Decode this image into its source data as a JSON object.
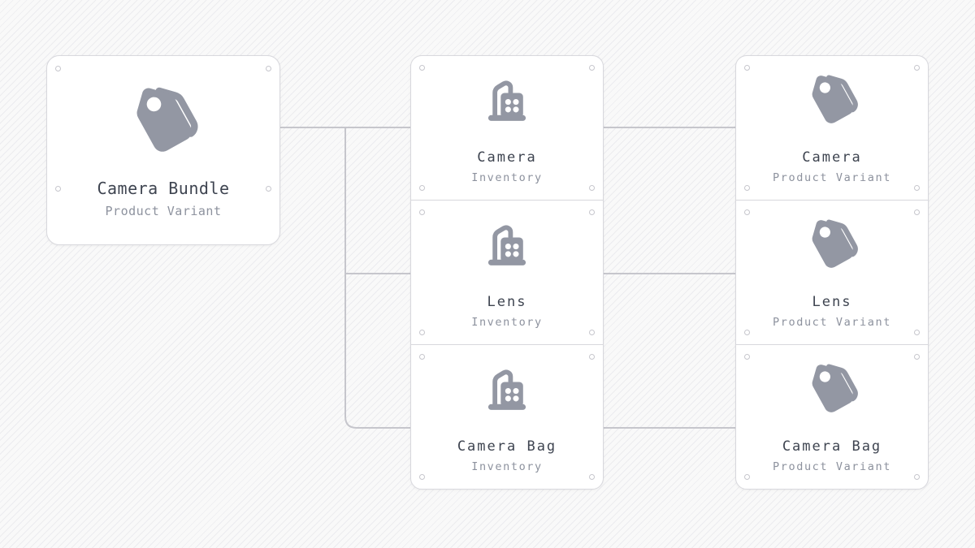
{
  "diagram": {
    "bundle_node": {
      "title": "Camera Bundle",
      "subtitle": "Product Variant",
      "icon": "tag-icon"
    },
    "inventory_nodes": [
      {
        "title": "Camera",
        "subtitle": "Inventory",
        "icon": "building-icon"
      },
      {
        "title": "Lens",
        "subtitle": "Inventory",
        "icon": "building-icon"
      },
      {
        "title": "Camera Bag",
        "subtitle": "Inventory",
        "icon": "building-icon"
      }
    ],
    "variant_nodes": [
      {
        "title": "Camera",
        "subtitle": "Product Variant",
        "icon": "tag-icon"
      },
      {
        "title": "Lens",
        "subtitle": "Product Variant",
        "icon": "tag-icon"
      },
      {
        "title": "Camera Bag",
        "subtitle": "Product Variant",
        "icon": "tag-icon"
      }
    ],
    "edges": [
      {
        "from": "Camera Bundle (Product Variant)",
        "to": "Camera (Inventory)"
      },
      {
        "from": "Camera Bundle (Product Variant)",
        "to": "Lens (Inventory)"
      },
      {
        "from": "Camera Bundle (Product Variant)",
        "to": "Camera Bag (Inventory)"
      },
      {
        "from": "Camera (Inventory)",
        "to": "Camera (Product Variant)"
      },
      {
        "from": "Lens (Inventory)",
        "to": "Lens (Product Variant)"
      },
      {
        "from": "Camera Bag (Inventory)",
        "to": "Camera Bag (Product Variant)"
      }
    ],
    "colors": {
      "canvas_bg": "#f9f9f9",
      "hatch_line": "#ececef",
      "card_bg": "#ffffff",
      "card_border": "#d8d8dd",
      "edge_line": "#c6c6cc",
      "icon_gray": "#9397a3",
      "title_text": "#3e4450",
      "subtitle_text": "#8d929e"
    }
  }
}
